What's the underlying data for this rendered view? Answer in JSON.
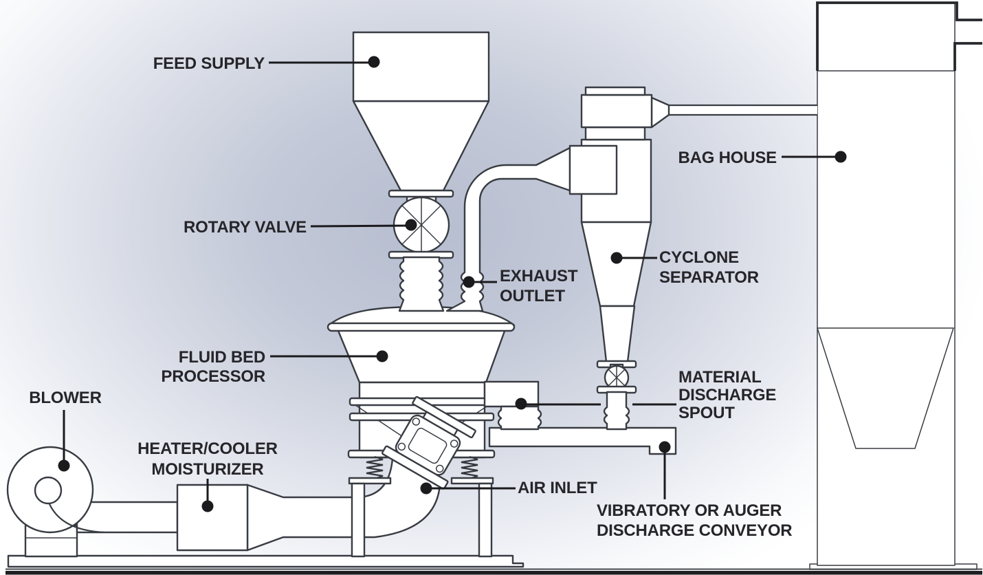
{
  "diagram": {
    "type": "process-flow-diagram",
    "subject": "Fluid bed processor system",
    "labels": {
      "feed_supply": "FEED SUPPLY",
      "rotary_valve": "ROTARY VALVE",
      "exhaust_outlet": "EXHAUST\nOUTLET",
      "bag_house": "BAG HOUSE",
      "cyclone_separator": "CYCLONE\nSEPARATOR",
      "fluid_bed_processor": "FLUID BED PROCESSOR",
      "material_discharge_spout": "MATERIAL\nDISCHARGE\nSPOUT",
      "blower": "BLOWER",
      "heater_cooler": "HEATER/COOLER\nMOISTURIZER",
      "air_inlet": "AIR INLET",
      "vibratory_conveyor": "VIBRATORY OR AUGER\nDISCHARGE CONVEYOR"
    },
    "colors": {
      "line_ink": "#383c42",
      "label_text": "#26252a",
      "marker_dot": "#1b1a1d",
      "machine_fill": "#ffffff",
      "background_tint": "#b9c0d2"
    }
  }
}
